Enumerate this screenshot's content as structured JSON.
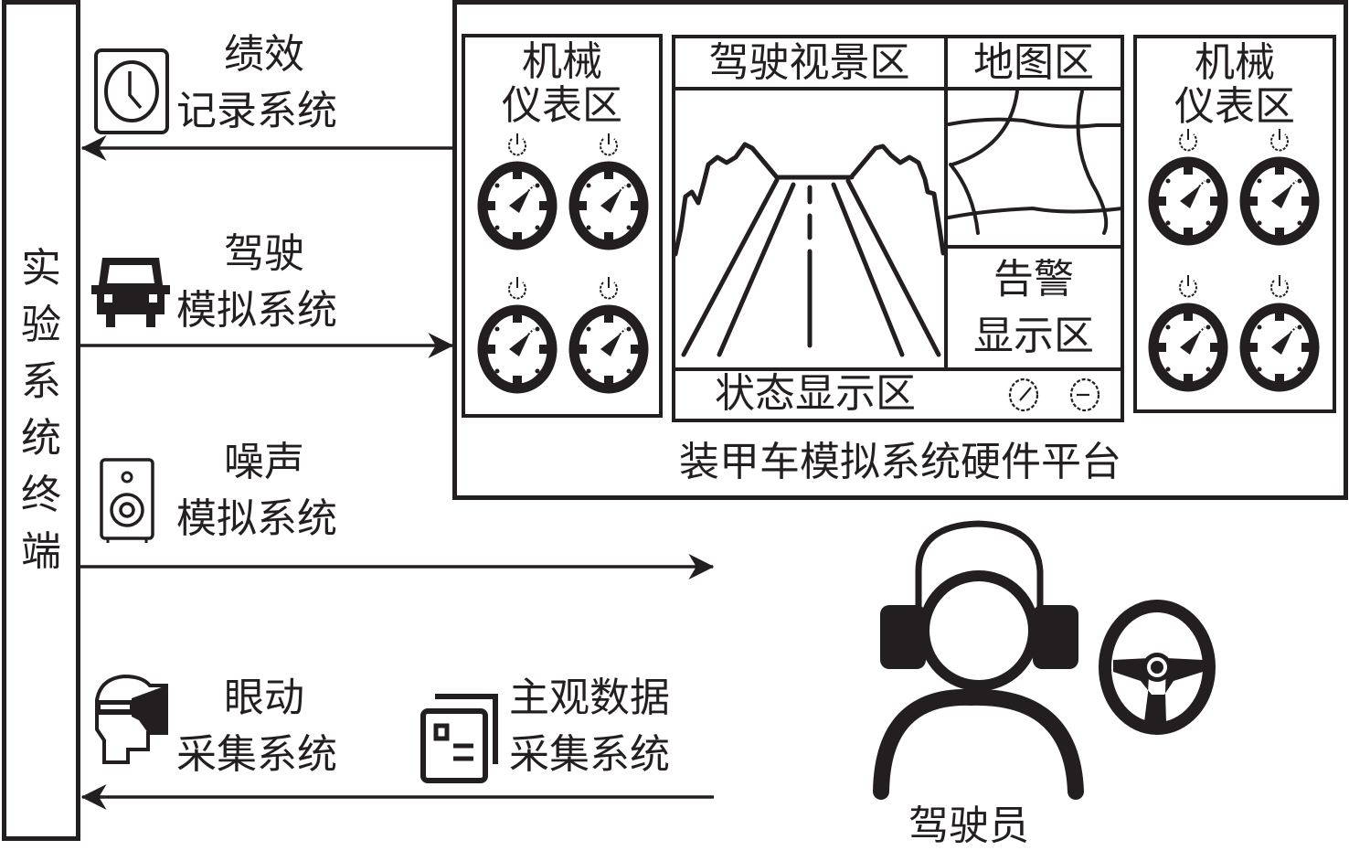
{
  "terminal": {
    "label_chars": [
      "实",
      "验",
      "系",
      "统",
      "终",
      "端"
    ],
    "label": "实验系统终端"
  },
  "systems": {
    "performance": {
      "line1": "绩效",
      "line2": "记录系统",
      "icon": "clock-icon",
      "direction": "from-platform-to-terminal"
    },
    "driving": {
      "line1": "驾驶",
      "line2": "模拟系统",
      "icon": "car-icon",
      "direction": "from-terminal-to-platform"
    },
    "noise": {
      "line1": "噪声",
      "line2": "模拟系统",
      "icon": "speaker-icon",
      "direction": "from-terminal-to-driver"
    },
    "eye_tracking": {
      "line1": "眼动",
      "line2": "采集系统",
      "icon": "head-vr-icon",
      "direction": "from-driver-to-terminal"
    },
    "subjective": {
      "line1": "主观数据",
      "line2": "采集系统",
      "icon": "form-document-icon",
      "direction": "from-driver-to-terminal"
    }
  },
  "platform": {
    "title": "装甲车模拟系统硬件平台",
    "left_gauges": {
      "line1": "机械",
      "line2": "仪表区"
    },
    "right_gauges": {
      "line1": "机械",
      "line2": "仪表区"
    },
    "view_area": "驾驶视景区",
    "map_area": "地图区",
    "alarm_area": {
      "line1": "告警",
      "line2": "显示区"
    },
    "status_area": "状态显示区"
  },
  "driver": {
    "label": "驾驶员"
  },
  "colors": {
    "stroke": "#231f20",
    "background": "#ffffff"
  }
}
